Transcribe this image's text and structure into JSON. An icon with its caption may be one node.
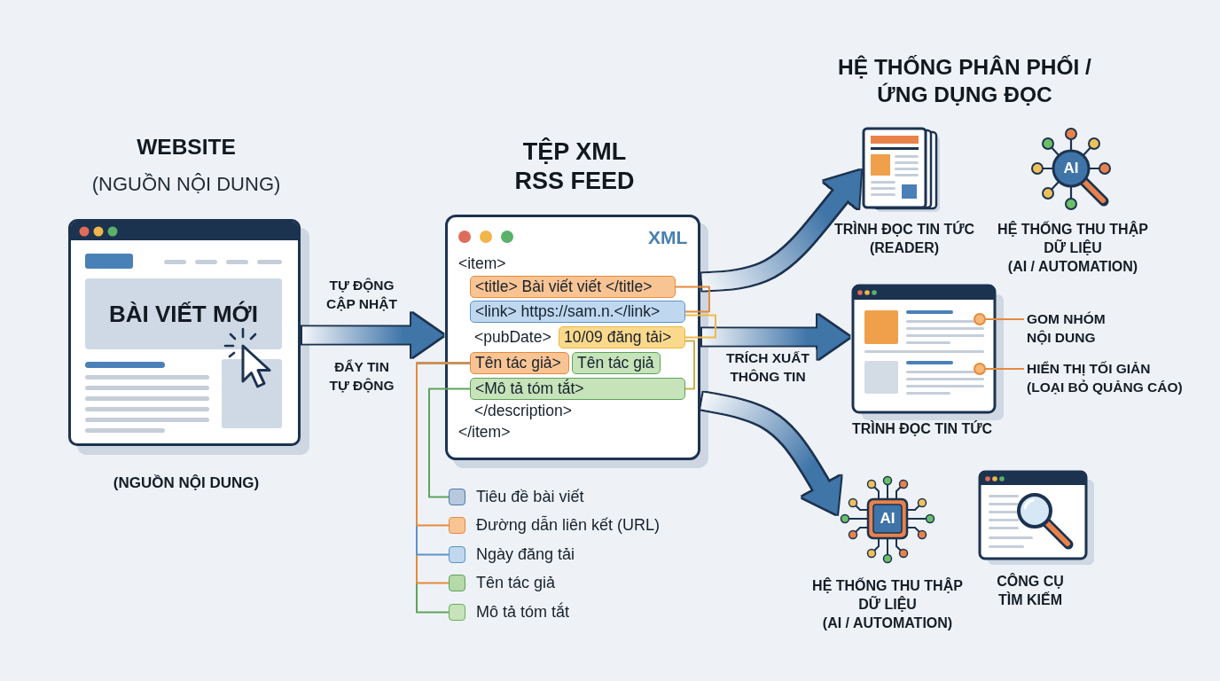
{
  "diagram": {
    "nodes": [
      {
        "text": [
          "WEBSITE",
          "(NGUỒN NỘI DUNG)"
        ],
        "beside": [
          "(NGUỒN NỘI DUNG)"
        ]
      },
      {
        "text": [
          "BÀI VIẾT MỚI"
        ],
        "in": 0
      },
      {
        "text": [
          "TỆP XML RSS FEED",
          "XML",
          "<item>",
          "<pubDate>",
          "</description>",
          "</item>"
        ]
      },
      {
        "text": [
          "<title> Bài viết viết </title>"
        ],
        "in": 2
      },
      {
        "text": [
          "<link> https://sam.n.</link>"
        ],
        "in": 2
      },
      {
        "text": [
          "10/09 đăng tải>"
        ],
        "in": 2
      },
      {
        "text": [
          "Tên tác giả>"
        ],
        "in": 2
      },
      {
        "text": [
          "Tên tác giả"
        ],
        "in": 2
      },
      {
        "text": [
          "<Mô tả tóm tắt>"
        ],
        "in": 2
      },
      {
        "text": [],
        "shape": "box",
        "beside": [
          "Tiêu đề bài viết"
        ]
      },
      {
        "text": [],
        "shape": "box",
        "beside": [
          "Đường dẫn liên kết (URL)"
        ]
      },
      {
        "text": [],
        "shape": "box",
        "beside": [
          "Ngày đăng tải"
        ]
      },
      {
        "text": [],
        "shape": "box",
        "beside": [
          "Tên tác giả"
        ]
      },
      {
        "text": [],
        "shape": "box",
        "beside": [
          "Mô tả tóm tắt"
        ]
      },
      {
        "text": [],
        "shape": "picture",
        "beside": [
          "TRÌNH ĐỌC TIN TỨC (READER)"
        ]
      },
      {
        "text": [
          "AI"
        ],
        "beside": [
          "HỆ THỐNG THU THẬP DỮ LIỆU (AI / AUTOMATION)"
        ]
      },
      {
        "text": [],
        "shape": "picture",
        "beside": [
          "TRÌNH ĐỌC TIN TỨC"
        ]
      },
      {
        "text": [
          "GOM NHÓM NỘI DUNG"
        ]
      },
      {
        "text": [
          "HIỂN THỊ TỐI GIẢN (LOẠI BỎ QUẢNG CÁO)"
        ]
      },
      {
        "text": [
          "AI"
        ],
        "beside": [
          "HỆ THỐNG THU THẬP DỮ LIỆU (AI / AUTOMATION)"
        ]
      },
      {
        "text": [],
        "shape": "picture",
        "beside": [
          "CÔNG CỤ TÌM KIẾM"
        ]
      }
    ],
    "edges": [
      {
        "from": 0,
        "to": 2,
        "arrow": "to",
        "label": "TỰ ĐỘNG CẬP NHẬT",
        "style": "thick",
        "color": "#3f74a8"
      },
      {
        "from": 2,
        "to": 14,
        "arrow": "to",
        "style": "thick",
        "color": "#3f74a8"
      },
      {
        "from": 2,
        "to": 16,
        "arrow": "to",
        "label": "TRÍCH XUẤT THÔNG TIN",
        "style": "thick",
        "color": "#3f74a8"
      },
      {
        "from": 2,
        "to": 19,
        "arrow": "to",
        "style": "thick",
        "color": "#3f74a8"
      },
      {
        "from": 3,
        "to": 4,
        "arrow": "none"
      },
      {
        "from": 4,
        "to": 5,
        "arrow": "none",
        "color": "#efb94a"
      },
      {
        "from": 5,
        "to": 8,
        "arrow": "none",
        "color": "#c9b14a"
      },
      {
        "from": 8,
        "to": 9,
        "arrow": "none",
        "color": "#5ea35a"
      },
      {
        "from": 6,
        "to": 10,
        "arrow": "none"
      },
      {
        "from": 6,
        "to": 11,
        "arrow": "none",
        "color": "#5b93c8"
      },
      {
        "from": 6,
        "to": 12,
        "arrow": "none"
      },
      {
        "from": 6,
        "to": 13,
        "arrow": "none",
        "color": "#5ea35a"
      },
      {
        "from": 17,
        "to": 16,
        "arrow": "other"
      },
      {
        "from": 18,
        "to": 16,
        "arrow": "other"
      }
    ],
    "labels": [
      "HỆ THỐNG PHÂN PHỐI / ỨNG DỤNG ĐỌC",
      "ĐẨY TIN TỰ ĐỘNG"
    ]
  }
}
